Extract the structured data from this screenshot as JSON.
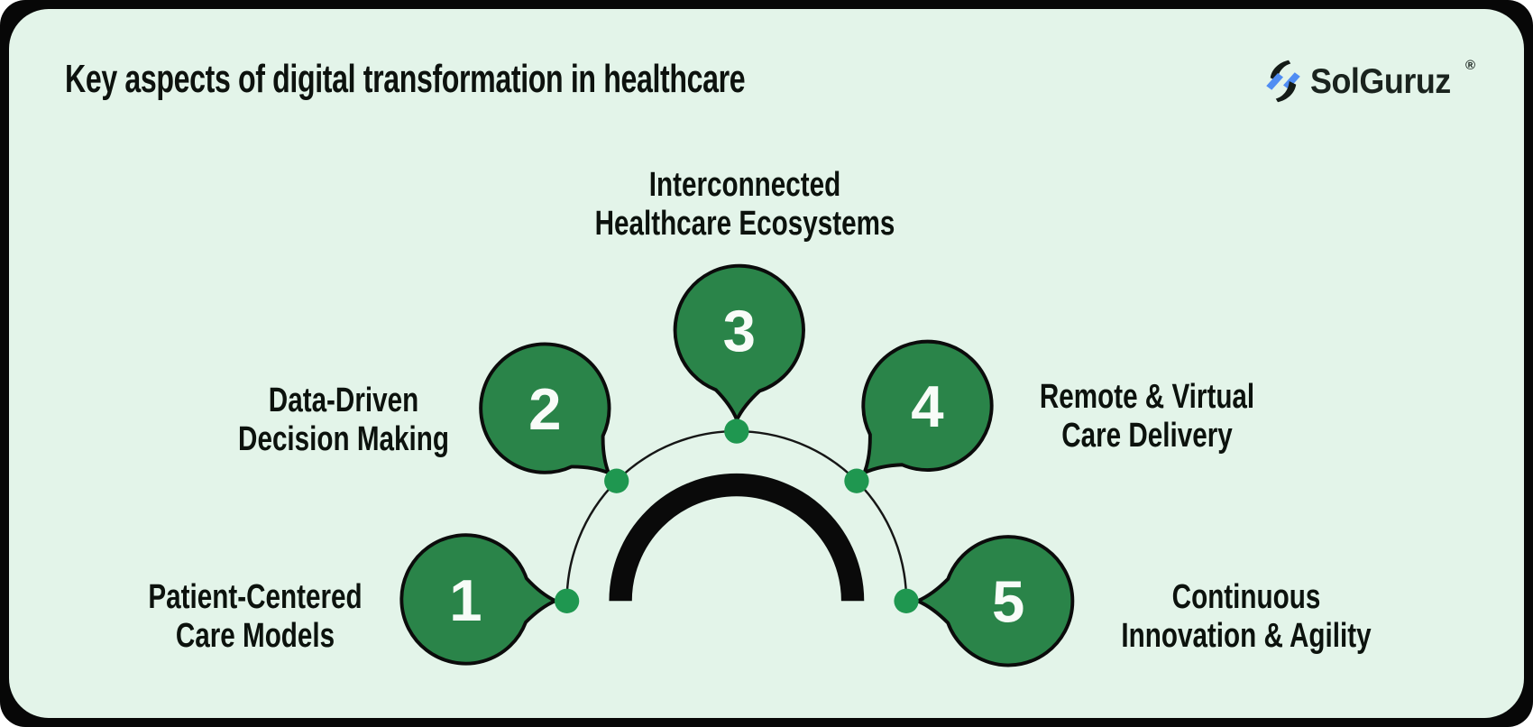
{
  "page": {
    "title": "Key aspects of digital transformation in healthcare"
  },
  "logo": {
    "text": "SolGuruz",
    "registered": "®"
  },
  "diagram": {
    "items": [
      {
        "number": "1",
        "label_lines": [
          "Patient-Centered",
          "Care Models"
        ]
      },
      {
        "number": "2",
        "label_lines": [
          "Data-Driven",
          "Decision Making"
        ]
      },
      {
        "number": "3",
        "label_lines": [
          "Interconnected",
          "Healthcare Ecosystems"
        ]
      },
      {
        "number": "4",
        "label_lines": [
          "Remote & Virtual",
          "Care Delivery"
        ]
      },
      {
        "number": "5",
        "label_lines": [
          "Continuous",
          "Innovation & Agility"
        ]
      }
    ],
    "colors": {
      "background": "#e3f4e9",
      "frame": "#070707",
      "bubble_fill": "#2a8449",
      "dot_fill": "#1f9750",
      "outline": "#0b0b0b",
      "thin_arc": "#161616",
      "thick_arc": "#0a0a0a",
      "number_text": "#f8fcf8",
      "label_text": "#0c120d",
      "logo_blue": "#4f8df3",
      "logo_dark": "#141b17"
    }
  }
}
